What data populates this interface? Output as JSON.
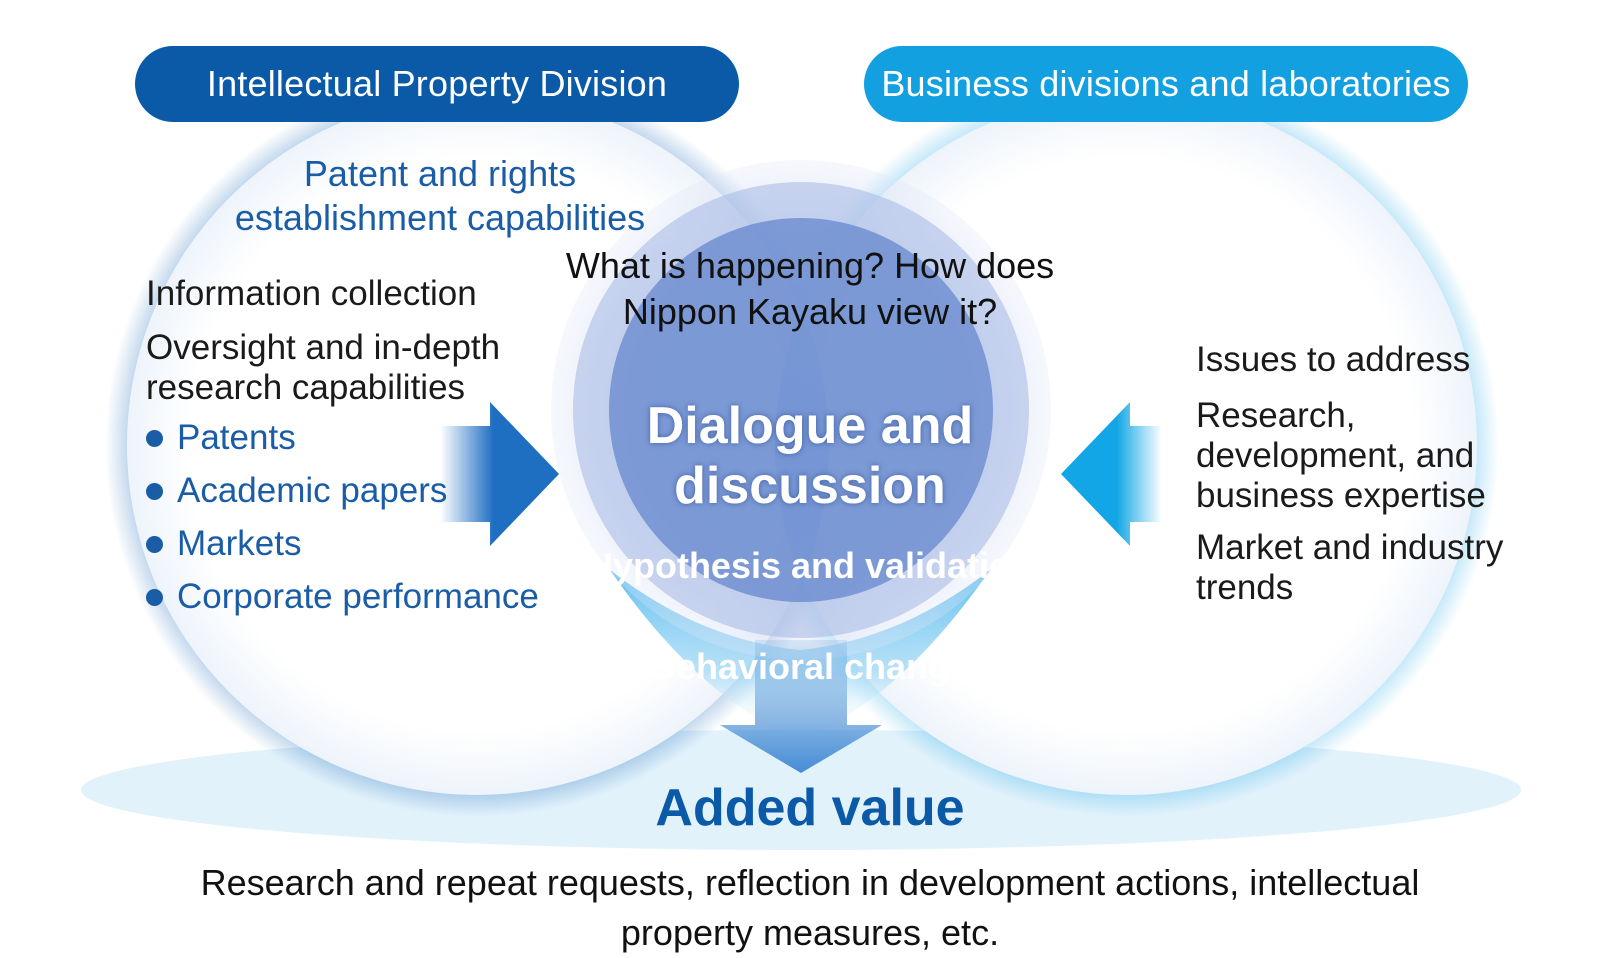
{
  "left_panel": {
    "header": "Intellectual Property Division",
    "subtitle": "Patent and rights establishment capabilities",
    "info_collection": "Information collection",
    "oversight": "Oversight and in-depth research capabilities",
    "bullets": [
      "Patents",
      "Academic papers",
      "Markets",
      "Corporate performance"
    ]
  },
  "right_panel": {
    "header": "Business divisions and laboratories",
    "issues": "Issues to address",
    "expertise": "Research, development, and business expertise",
    "trends": "Market and industry trends"
  },
  "center": {
    "question": "What is happening? How does Nippon Kayaku view it?",
    "dialogue": "Dialogue and discussion",
    "hypothesis": "Hypothesis and validation",
    "behavior": "Behavioral change"
  },
  "result": {
    "title": "Added value",
    "description": "Research and repeat requests, reflection in development actions, intellectual property measures, etc."
  },
  "colors": {
    "dark_blue": "#0a5aa8",
    "light_blue": "#12a0e0",
    "text_blue": "#1a5da6",
    "center_blue": "#5578c6"
  }
}
